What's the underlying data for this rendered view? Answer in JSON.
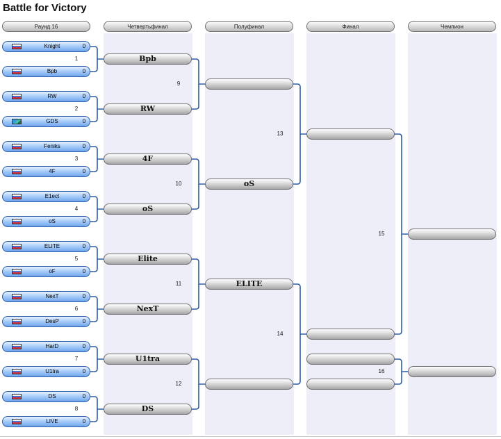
{
  "title": "Battle for Victory",
  "rounds": [
    "Раунд 16",
    "Четвертьфинал",
    "Полуфинал",
    "Финал",
    "Чемпион"
  ],
  "round16": [
    {
      "name": "Knight",
      "score": "0",
      "flag": "default"
    },
    {
      "name": "Bpb",
      "score": "0",
      "flag": "default"
    },
    {
      "name": "RW",
      "score": "0",
      "flag": "default"
    },
    {
      "name": "GDS",
      "score": "0",
      "flag": "alt"
    },
    {
      "name": "Feniks",
      "score": "0",
      "flag": "default"
    },
    {
      "name": "4F",
      "score": "0",
      "flag": "default"
    },
    {
      "name": "E1ect",
      "score": "0",
      "flag": "default"
    },
    {
      "name": "oS",
      "score": "0",
      "flag": "default"
    },
    {
      "name": "ELITE",
      "score": "0",
      "flag": "default"
    },
    {
      "name": "oF",
      "score": "0",
      "flag": "default"
    },
    {
      "name": "NexT",
      "score": "0",
      "flag": "default"
    },
    {
      "name": "DesP",
      "score": "0",
      "flag": "default"
    },
    {
      "name": "HarD",
      "score": "0",
      "flag": "default"
    },
    {
      "name": "U1tra",
      "score": "0",
      "flag": "default"
    },
    {
      "name": "DS",
      "score": "0",
      "flag": "default"
    },
    {
      "name": "LIVE",
      "score": "0",
      "flag": "default"
    }
  ],
  "quarterfinals": [
    "Bpb",
    "RW",
    "4F",
    "oS",
    "Elite",
    "NexT",
    "U1tra",
    "DS"
  ],
  "semifinals": [
    "",
    "oS",
    "ELITE",
    ""
  ],
  "final": [
    "",
    ""
  ],
  "third_place": [
    "",
    ""
  ],
  "champion": "",
  "third_place_winner": "",
  "match_numbers": [
    "1",
    "2",
    "3",
    "4",
    "5",
    "6",
    "7",
    "8",
    "9",
    "10",
    "11",
    "12",
    "13",
    "14",
    "15",
    "16"
  ]
}
